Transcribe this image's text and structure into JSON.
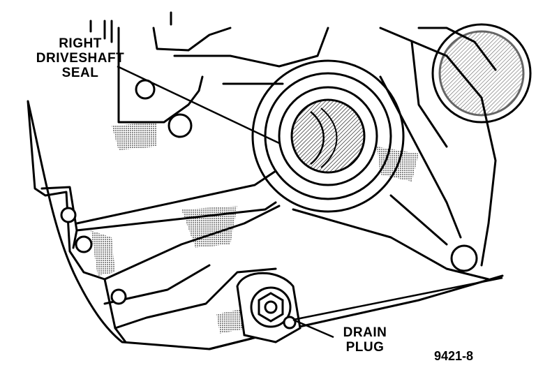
{
  "labels": {
    "seal_line1": "RIGHT",
    "seal_line2": "DRIVESHAFT",
    "seal_line3": "SEAL",
    "drain_line1": "DRAIN",
    "drain_line2": "PLUG"
  },
  "figure_number": "9421-8",
  "colors": {
    "ink": "#000000",
    "paper": "#ffffff"
  }
}
